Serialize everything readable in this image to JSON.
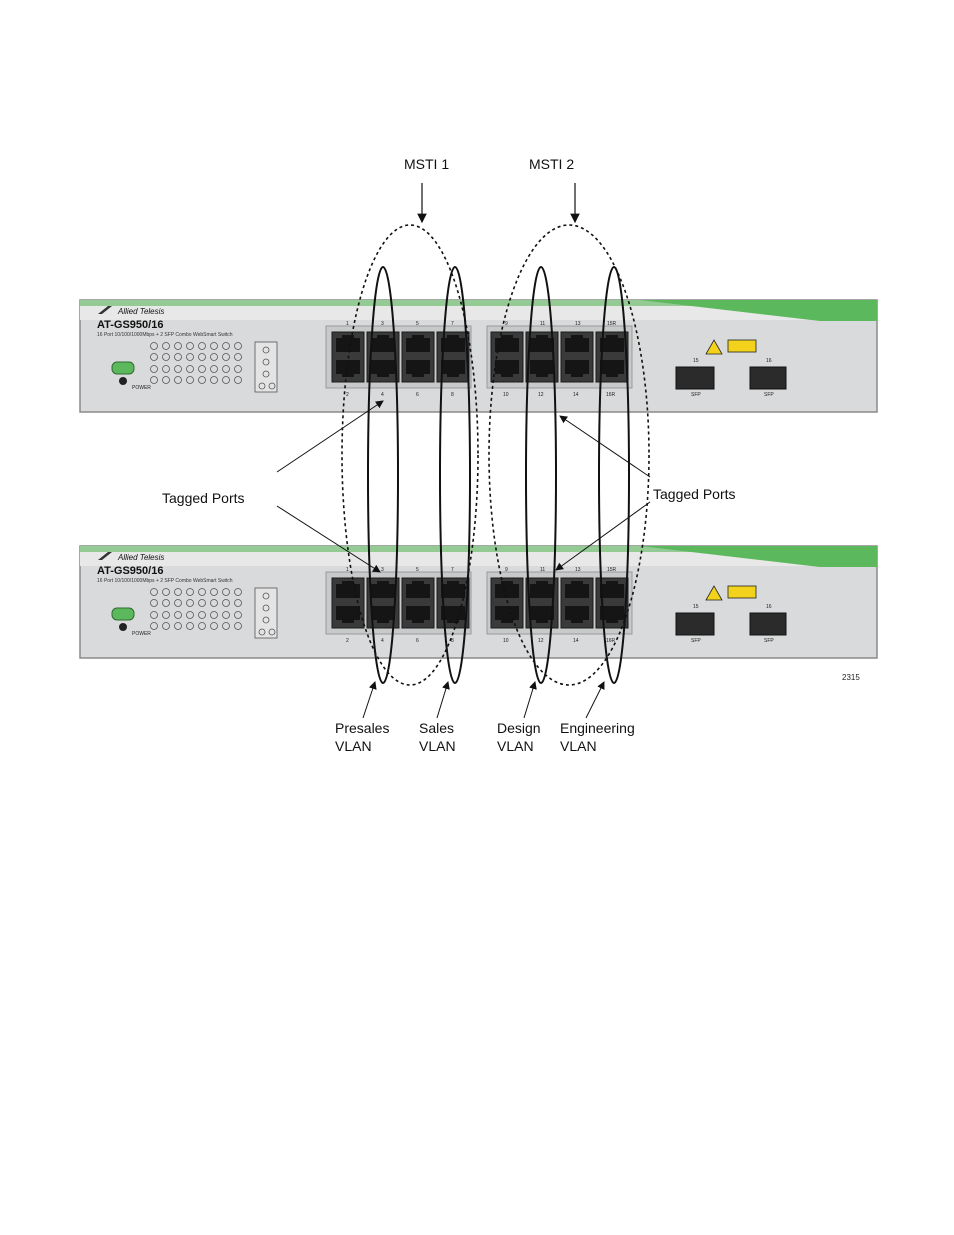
{
  "msti_labels": [
    "MSTI 1",
    "MSTI 2"
  ],
  "tagged_ports_left": "Tagged Ports",
  "tagged_ports_right": "Tagged Ports",
  "switches": [
    {
      "brand": "Allied Telesis",
      "model": "AT-GS950/16",
      "subtitle": "16 Port 10/100/1000Mbps + 2 SFP Combo WebSmart Switch",
      "port_numbers_top": [
        "1",
        "3",
        "5",
        "7",
        "9",
        "11",
        "13",
        "15R"
      ],
      "port_numbers_bottom": [
        "2",
        "4",
        "6",
        "8",
        "10",
        "12",
        "14",
        "16R"
      ],
      "sfp_numbers": [
        "15",
        "16"
      ],
      "sfp_label": "SFP",
      "power_label": "POWER"
    },
    {
      "brand": "Allied Telesis",
      "model": "AT-GS950/16",
      "subtitle": "16 Port 10/100/1000Mbps + 2 SFP Combo WebSmart Switch",
      "port_numbers_top": [
        "1",
        "3",
        "5",
        "7",
        "9",
        "11",
        "13",
        "15R"
      ],
      "port_numbers_bottom": [
        "2",
        "4",
        "6",
        "8",
        "10",
        "12",
        "14",
        "16R"
      ],
      "sfp_numbers": [
        "15",
        "16"
      ],
      "sfp_label": "SFP",
      "power_label": "POWER"
    }
  ],
  "vlan_labels": [
    {
      "name": "Presales",
      "suffix": "VLAN"
    },
    {
      "name": "Sales",
      "suffix": "VLAN"
    },
    {
      "name": "Design",
      "suffix": "VLAN"
    },
    {
      "name": "Engineering",
      "suffix": "VLAN"
    }
  ],
  "figure_number": "2315",
  "colors": {
    "chassis": "#d9dadb",
    "chassis_edge": "#8a8a8a",
    "accent_green": "#5cb85c",
    "port_fill": "#2b2b2b",
    "warning_yellow": "#f2d21b"
  }
}
